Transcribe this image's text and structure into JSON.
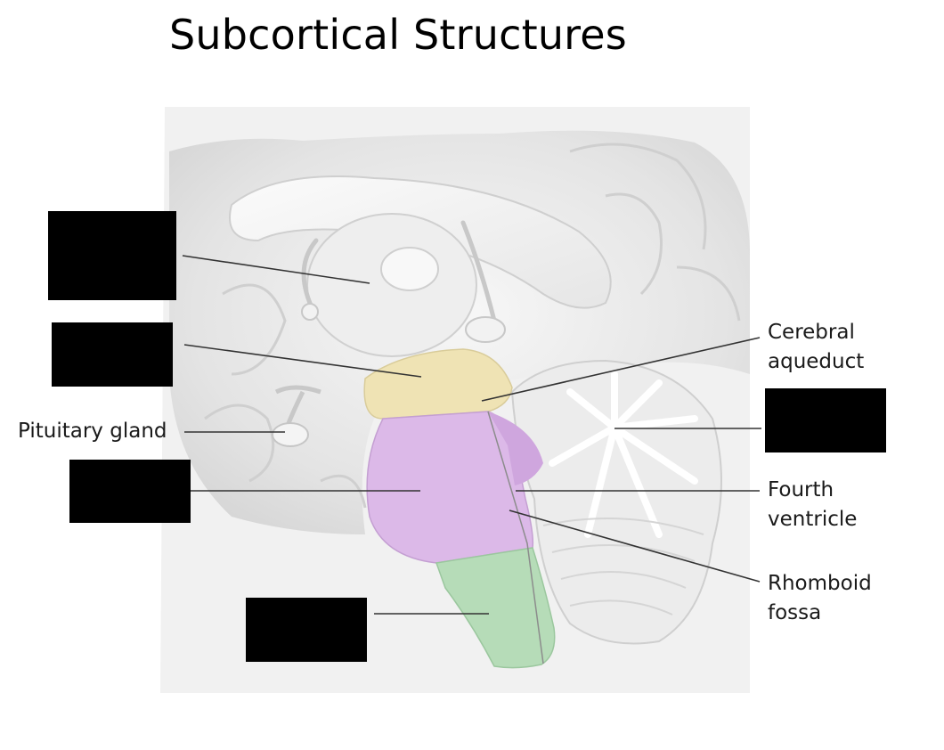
{
  "title": "Subcortical Structures",
  "labels": {
    "cerebral_aqueduct": [
      "Cerebral",
      "aqueduct"
    ],
    "pituitary_gland": "Pituitary gland",
    "fourth_ventricle": [
      "Fourth",
      "ventricle"
    ],
    "rhomboid_fossa": [
      "Rhomboid",
      "fossa"
    ]
  },
  "colors": {
    "midbrain": "#efe3b4",
    "pons": "#dcb9e8",
    "medulla": "#b6dcb8",
    "label_mask": "#000000",
    "brain_tissue": "#e9e9e9"
  }
}
